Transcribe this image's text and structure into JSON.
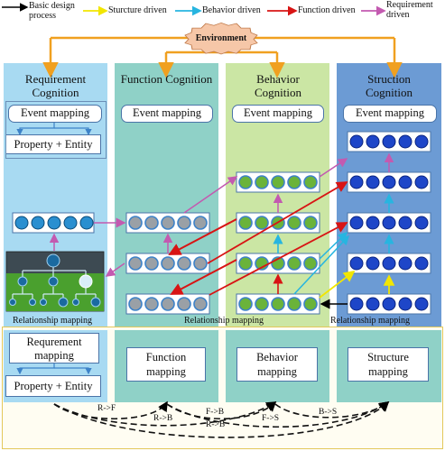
{
  "legend": [
    {
      "label": "Basic design process",
      "color": "#000000"
    },
    {
      "label": "Sturcture driven",
      "color": "#f2e600"
    },
    {
      "label": "Behavior driven",
      "color": "#27b5e0"
    },
    {
      "label": "Function driven",
      "color": "#d81414"
    },
    {
      "label": "Requirement driven",
      "color": "#c35ab0"
    }
  ],
  "environment": "Environment",
  "columns": [
    {
      "title": "Requirement Cognition",
      "event": "Event mapping",
      "extra": "Property + Entity",
      "bg": "#a8daf2"
    },
    {
      "title": "Function Cognition",
      "event": "Event mapping",
      "bg": "#8fd1c7"
    },
    {
      "title": "Behavior Cognition",
      "event": "Event mapping",
      "bg": "#cbe6a4"
    },
    {
      "title": "Struction Cognition",
      "event": "Event mapping",
      "bg": "#6c9bd4"
    }
  ],
  "relationship_labels": [
    "Relationship mapping",
    "Relationship mapping",
    "Relationship mapping"
  ],
  "bottom": {
    "req_mapping": "Requrement mapping",
    "req_entity": "Property + Entity",
    "function": "Function mapping",
    "behavior": "Behavior mapping",
    "structure": "Structure mapping"
  },
  "arc_labels": [
    "R->F",
    "R->B",
    "F->B",
    "R->B",
    "F->S",
    "B->S"
  ],
  "colors": {
    "node_blue": "#2a8fd0",
    "node_gray": "#9aa0a6",
    "node_green": "#6ab33a",
    "node_navy": "#1e46c8",
    "orange": "#f0a020",
    "env_fill": "#f6c7a8"
  }
}
